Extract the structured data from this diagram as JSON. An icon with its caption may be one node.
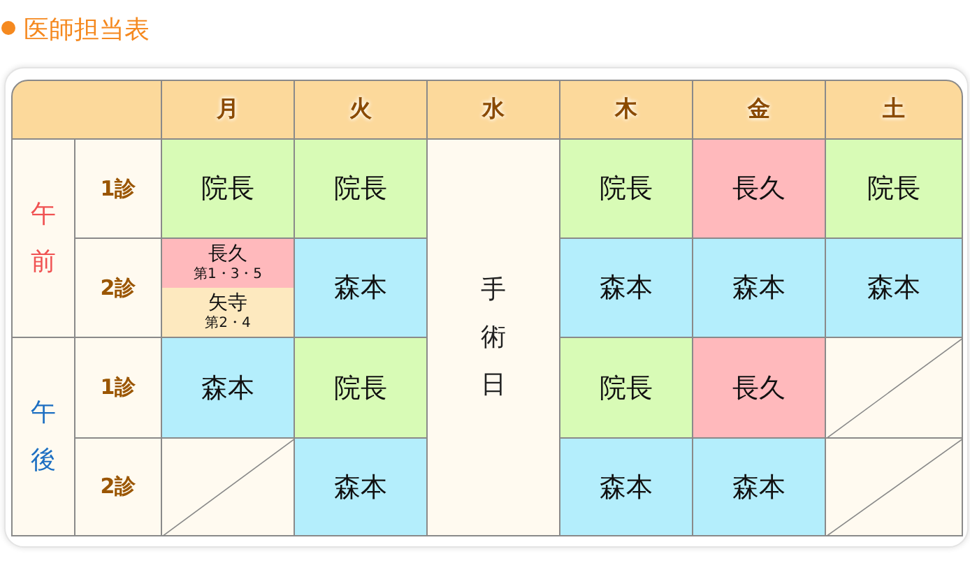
{
  "diagram": {
    "title": "医師担当表",
    "labels": [
      "月",
      "火",
      "水",
      "木",
      "金",
      "土",
      "午前",
      "1診",
      "院長",
      "院長",
      "手術日",
      "院長",
      "長久",
      "院長",
      "2診",
      "長久",
      "第1・3・5",
      "矢寺",
      "第2・4",
      "森本",
      "森本",
      "森本",
      "森本",
      "午後",
      "1診",
      "森本",
      "院長",
      "院長",
      "長久",
      "2診",
      "森本",
      "森本",
      "森本"
    ]
  }
}
